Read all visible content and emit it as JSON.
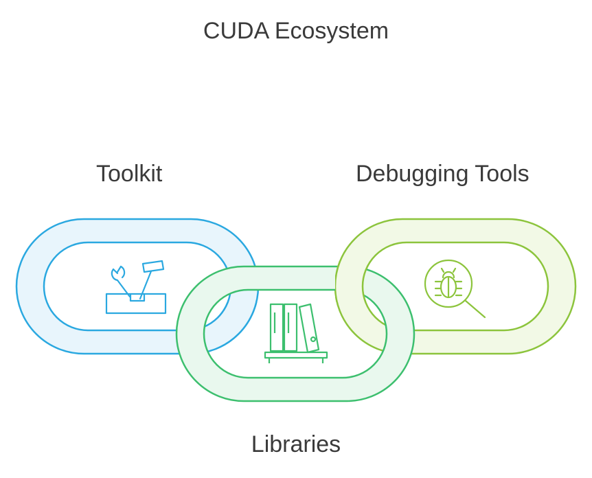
{
  "title": "CUDA Ecosystem",
  "links": [
    {
      "label": "Toolkit",
      "icon": "toolbox-icon",
      "color": "#2aa8e0",
      "fill": "#e8f5fc"
    },
    {
      "label": "Libraries",
      "icon": "books-icon",
      "color": "#3cbf6e",
      "fill": "#e9f8ee"
    },
    {
      "label": "Debugging Tools",
      "icon": "bug-search-icon",
      "color": "#8cc43c",
      "fill": "#f2f9e6"
    }
  ]
}
